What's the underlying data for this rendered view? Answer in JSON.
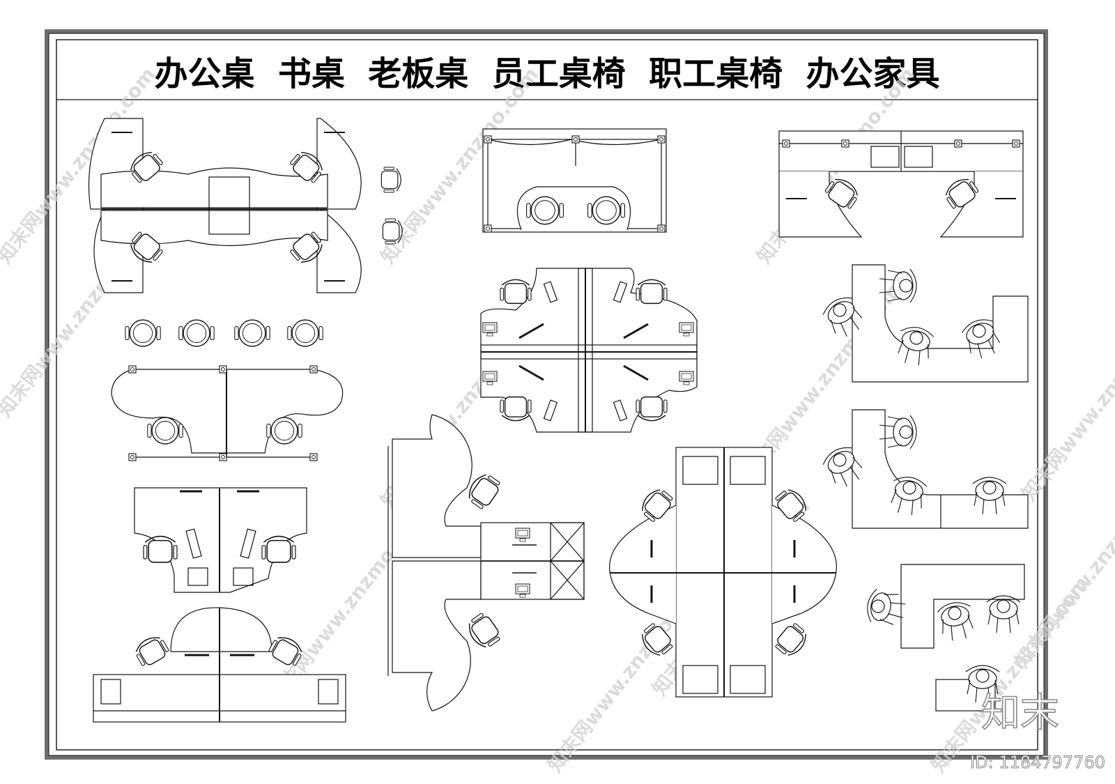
{
  "title": "办公桌  书桌  老板桌  员工桌椅  职工桌椅  办公家具",
  "watermark": {
    "text": "知末网www.znzmo.com",
    "color": "#cfcfcf"
  },
  "brand": {
    "logo": "知末",
    "id_label": "ID: 1184797760"
  },
  "colors": {
    "frame_outer": "#6e6e6e",
    "line": "#111111",
    "paper": "#ffffff"
  }
}
